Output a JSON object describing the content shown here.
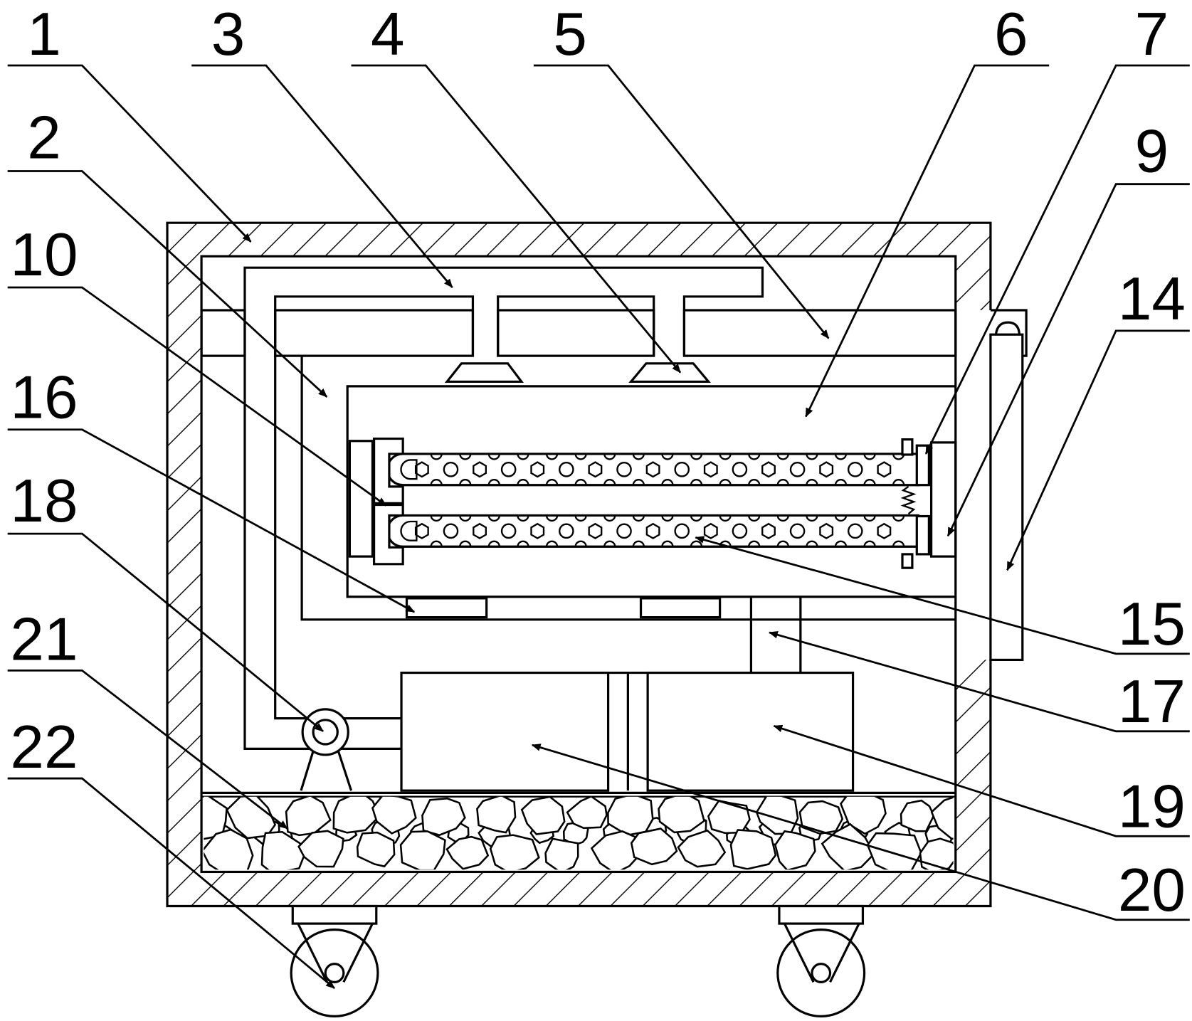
{
  "figure": {
    "colors": {
      "ink": "#000000",
      "paper": "#ffffff"
    },
    "callouts": [
      {
        "number": "1"
      },
      {
        "number": "3"
      },
      {
        "number": "4"
      },
      {
        "number": "5"
      },
      {
        "number": "6"
      },
      {
        "number": "7"
      },
      {
        "number": "2"
      },
      {
        "number": "9"
      },
      {
        "number": "10"
      },
      {
        "number": "14"
      },
      {
        "number": "16"
      },
      {
        "number": "18"
      },
      {
        "number": "15"
      },
      {
        "number": "17"
      },
      {
        "number": "21"
      },
      {
        "number": "19"
      },
      {
        "number": "22"
      },
      {
        "number": "20"
      }
    ]
  }
}
